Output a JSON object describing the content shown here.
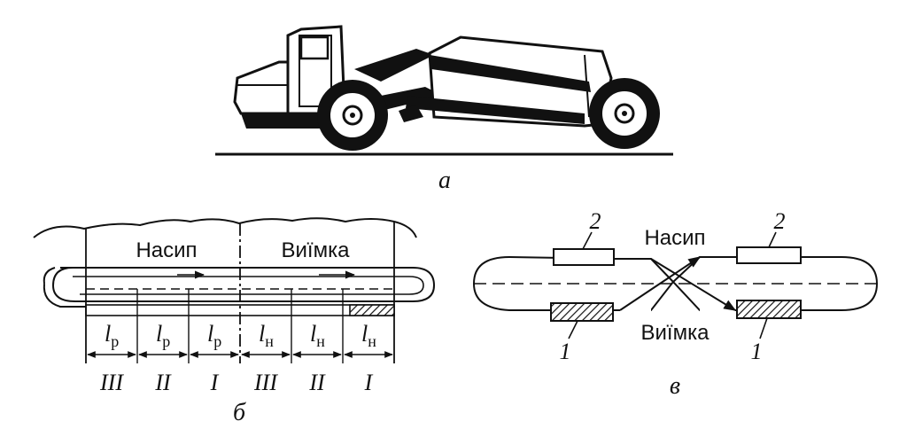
{
  "panel_a": {
    "caption": "а"
  },
  "panel_b": {
    "caption": "б",
    "label_fill": "Насип",
    "label_cut": "Виїмка",
    "segments": [
      {
        "symbol": "l",
        "sub": "р",
        "zone": "III"
      },
      {
        "symbol": "l",
        "sub": "р",
        "zone": "II"
      },
      {
        "symbol": "l",
        "sub": "р",
        "zone": "I"
      },
      {
        "symbol": "l",
        "sub": "н",
        "zone": "III"
      },
      {
        "symbol": "l",
        "sub": "н",
        "zone": "II"
      },
      {
        "symbol": "l",
        "sub": "н",
        "zone": "I"
      }
    ]
  },
  "panel_c": {
    "caption": "в",
    "label_fill": "Насип",
    "label_cut": "Виїмка",
    "marker_top_left": "2",
    "marker_top_right": "2",
    "marker_bottom_left": "1",
    "marker_bottom_right": "1"
  }
}
